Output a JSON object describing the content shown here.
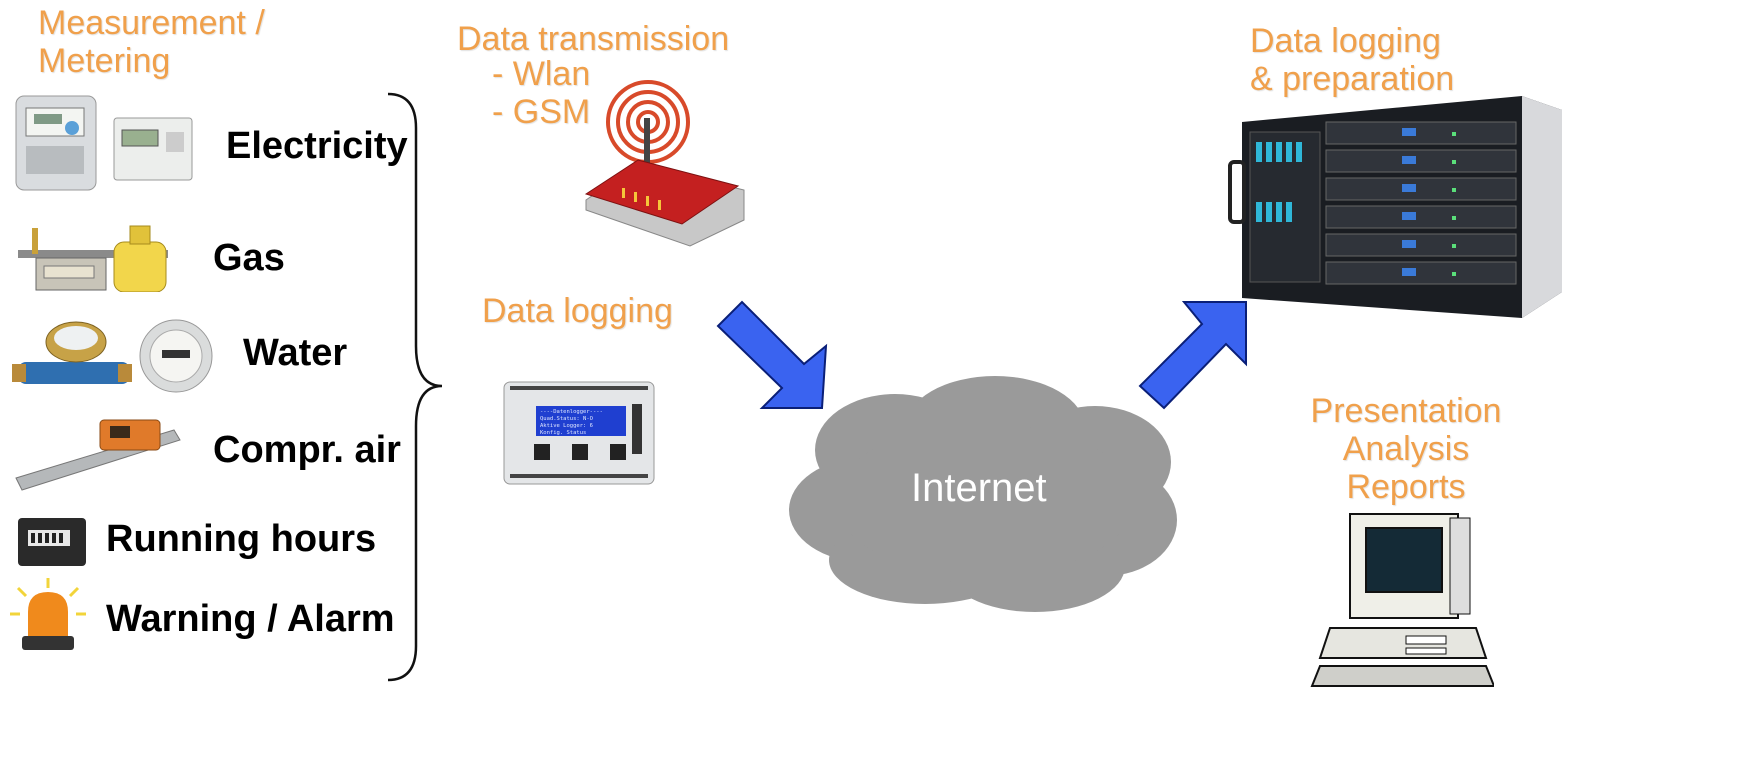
{
  "measurement": {
    "title_lines": [
      "Measurement /",
      "Metering"
    ],
    "items": [
      {
        "label": "Electricity"
      },
      {
        "label": "Gas"
      },
      {
        "label": "Water"
      },
      {
        "label": "Compr. air"
      },
      {
        "label": "Running hours"
      },
      {
        "label": "Warning / Alarm"
      }
    ]
  },
  "transmission": {
    "title": "Data transmission",
    "items": [
      "- Wlan",
      "- GSM"
    ]
  },
  "logging": {
    "title": "Data logging",
    "screen_lines": [
      "----Datenlogger----",
      "Quad.Status: N-O",
      "Aktive Logger: 6",
      "Konfig.     Status"
    ]
  },
  "internet": {
    "label": "Internet"
  },
  "server": {
    "title_lines": [
      "Data logging",
      "& preparation"
    ]
  },
  "presentation": {
    "title_lines": [
      "Presentation",
      "Analysis",
      "Reports"
    ]
  },
  "colors": {
    "orange_text": "#f0a04b",
    "arrow_blue": "#3a63f0",
    "cloud_gray": "#9a9a9a"
  }
}
